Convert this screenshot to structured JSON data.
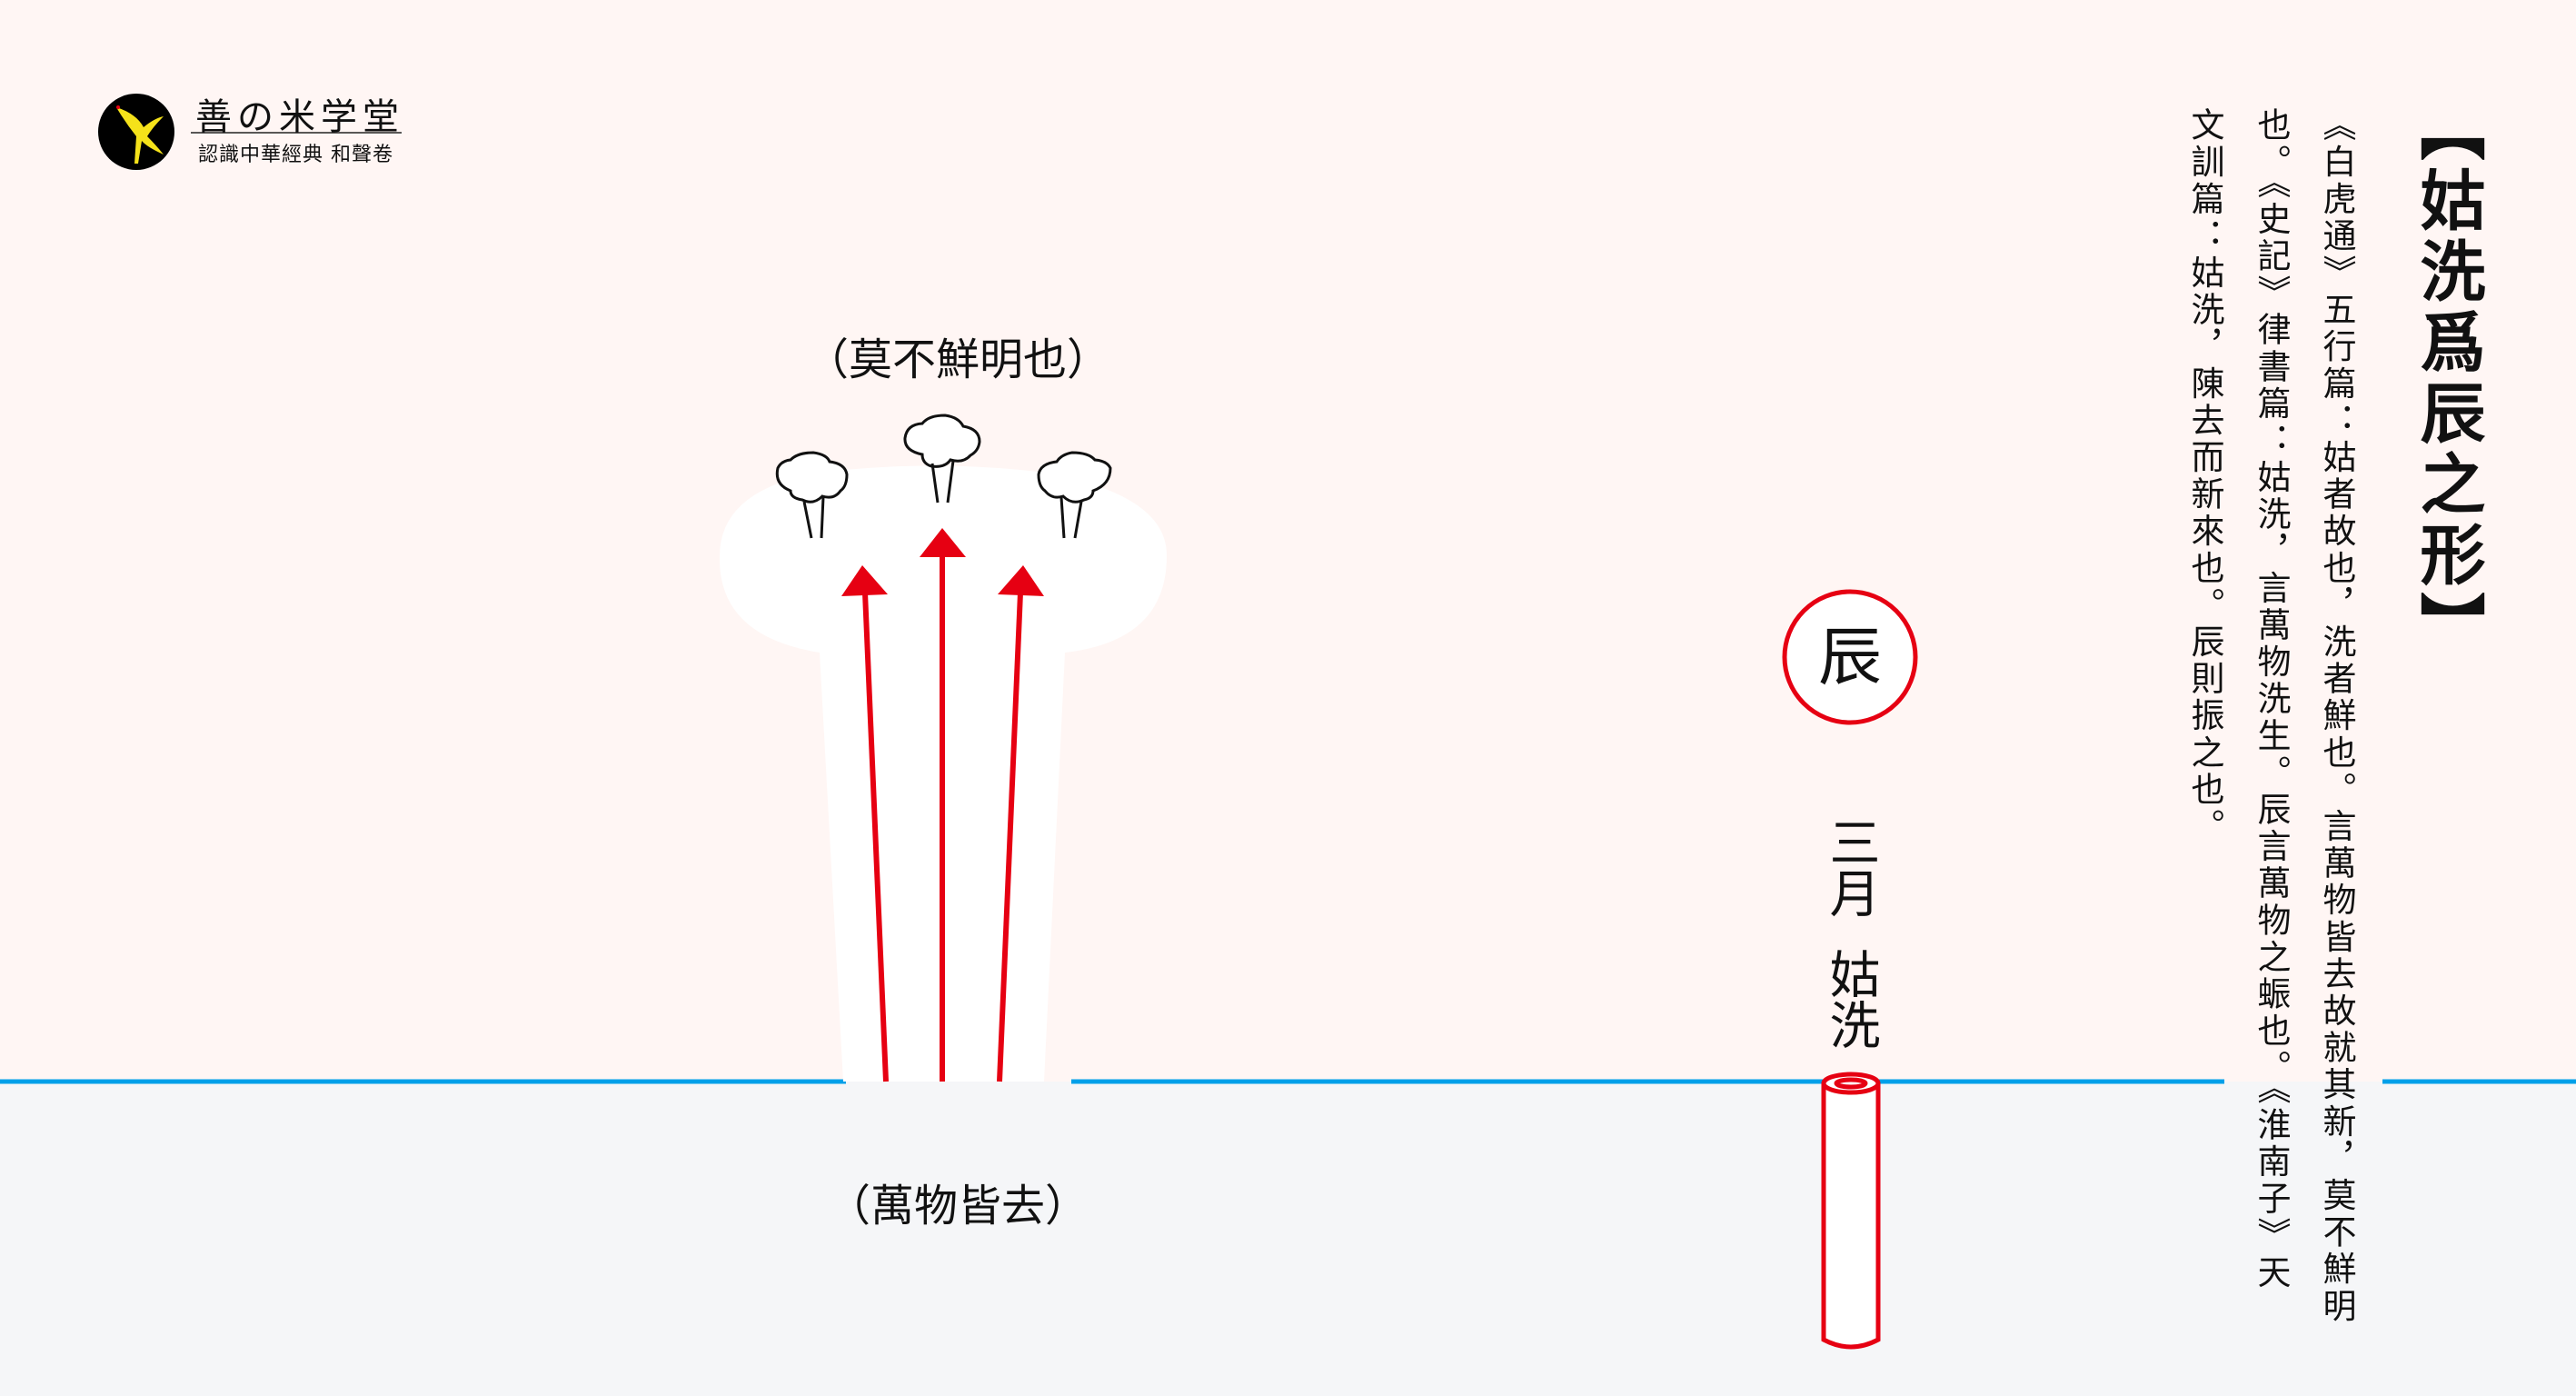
{
  "logo": {
    "title": "善の米学堂",
    "subtitle": "認識中華經典  和聲卷"
  },
  "diagram": {
    "top_label": "（莫不鮮明也）",
    "bottom_label": "（萬物皆去）",
    "branch_character": "辰",
    "month": "三月",
    "pitch_name": "姑洗"
  },
  "sidebar": {
    "title": "【姑洗爲辰之形】",
    "columns": [
      "《白虎通》五行篇：姑者故也，洗者鮮也。言萬物皆去故就其新，莫不鮮明",
      "也。《史記》律書篇：姑洗，言萬物洗生。辰言萬物之蜄也。《淮南子》天",
      "文訓篇：姑洗，陳去而新來也。辰則振之也。"
    ]
  },
  "colors": {
    "background_upper": "#fff6f4",
    "background_lower": "#f5f6f8",
    "ground_line": "#00a0e9",
    "accent_red": "#e60012"
  }
}
